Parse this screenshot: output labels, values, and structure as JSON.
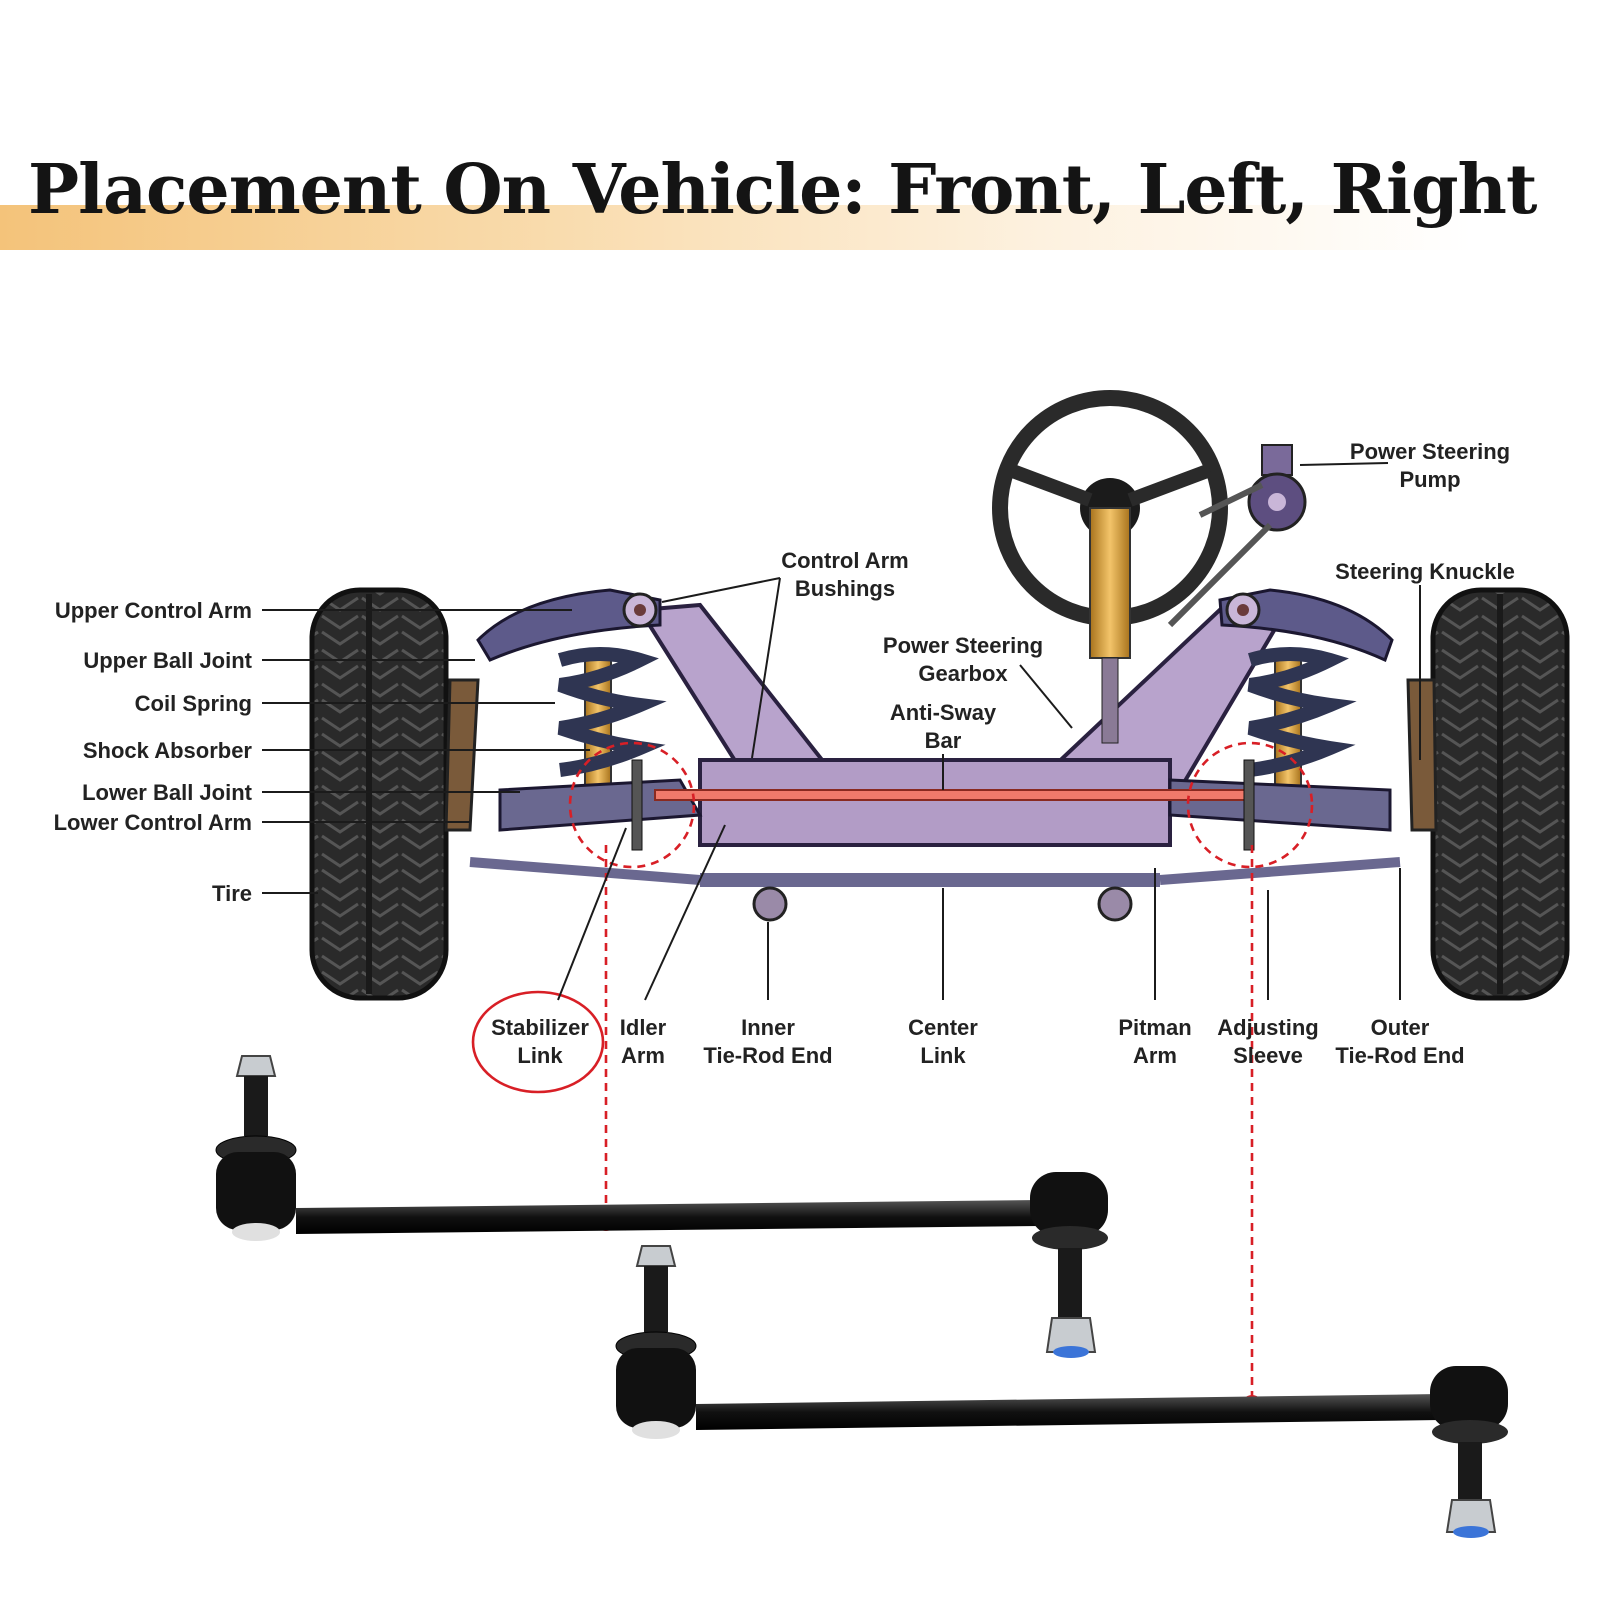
{
  "title": "Placement On Vehicle: Front, Left, Right",
  "labels": {
    "upper_control_arm": "Upper Control Arm",
    "upper_ball_joint": "Upper Ball Joint",
    "coil_spring": "Coil Spring",
    "shock_absorber": "Shock Absorber",
    "lower_ball_joint": "Lower Ball Joint",
    "lower_control_arm": "Lower Control Arm",
    "tire": "Tire",
    "control_arm_bushings": [
      "Control Arm",
      "Bushings"
    ],
    "power_steering_gearbox": [
      "Power Steering",
      "Gearbox"
    ],
    "anti_sway_bar": [
      "Anti-Sway",
      "Bar"
    ],
    "power_steering_pump": [
      "Power Steering",
      "Pump"
    ],
    "steering_knuckle": "Steering Knuckle",
    "stabilizer_link": [
      "Stabilizer",
      "Link"
    ],
    "idler_arm": [
      "Idler",
      "Arm"
    ],
    "inner_tie_rod_end": [
      "Inner",
      "Tie-Rod End"
    ],
    "center_link": [
      "Center",
      "Link"
    ],
    "pitman_arm": [
      "Pitman",
      "Arm"
    ],
    "adjusting_sleeve": [
      "Adjusting",
      "Sleeve"
    ],
    "outer_tie_rod_end": [
      "Outer",
      "Tie-Rod End"
    ]
  },
  "colors": {
    "highlight": "#d81f26",
    "frame": "#b8a3cc",
    "anti_sway_bar": "#f07a6b",
    "banner": "#f4c37a",
    "link_part": "#141414"
  },
  "icons": [
    "steering-wheel-icon",
    "tire-icon",
    "stabilizer-link-part-icon"
  ]
}
